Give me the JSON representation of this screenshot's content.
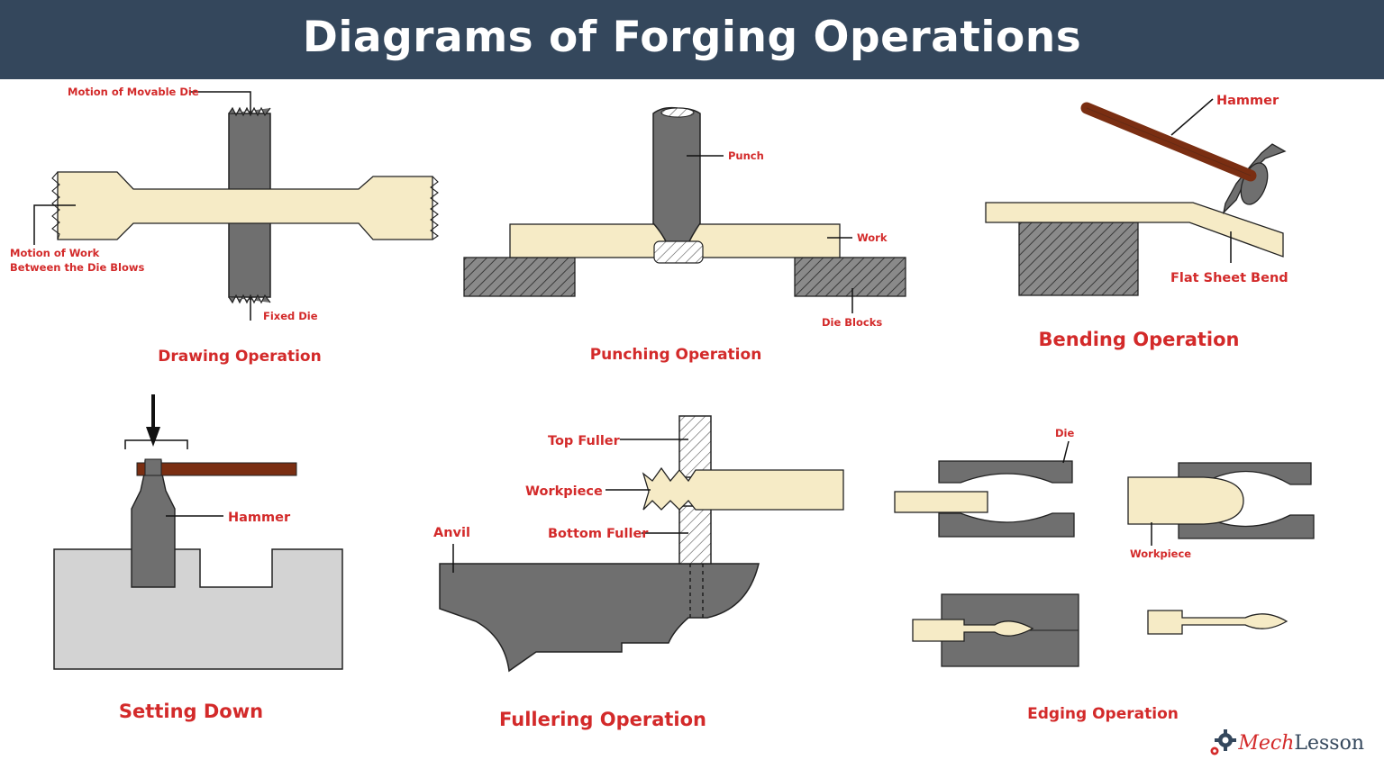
{
  "title": "Diagrams of Forging Operations",
  "colors": {
    "header_bg": "#34475c",
    "label_red": "#d32a2a",
    "die_gray": "#6f6f6f",
    "work_cream": "#f6ebc6",
    "hammer_brown": "#7a2e12",
    "block_light_gray": "#d3d3d3"
  },
  "drawing": {
    "movable_die": "Motion of Movable Die",
    "motion_work_1": "Motion of Work",
    "motion_work_2": "Between the Die Blows",
    "fixed_die": "Fixed Die",
    "caption": "Drawing Operation"
  },
  "punching": {
    "punch": "Punch",
    "work": "Work",
    "die_blocks": "Die Blocks",
    "caption": "Punching Operation"
  },
  "bending": {
    "hammer": "Hammer",
    "flat_sheet": "Flat Sheet Bend",
    "caption": "Bending Operation"
  },
  "setting": {
    "hammer": "Hammer",
    "caption": "Setting Down"
  },
  "fullering": {
    "top_fuller": "Top Fuller",
    "workpiece": "Workpiece",
    "bottom_fuller": "Bottom Fuller",
    "anvil": "Anvil",
    "caption": "Fullering Operation"
  },
  "edging": {
    "die": "Die",
    "workpiece": "Workpiece",
    "caption": "Edging Operation"
  },
  "logo": {
    "part1": "Mech",
    "part2": "Lesson",
    "icon": "gear-icon"
  }
}
